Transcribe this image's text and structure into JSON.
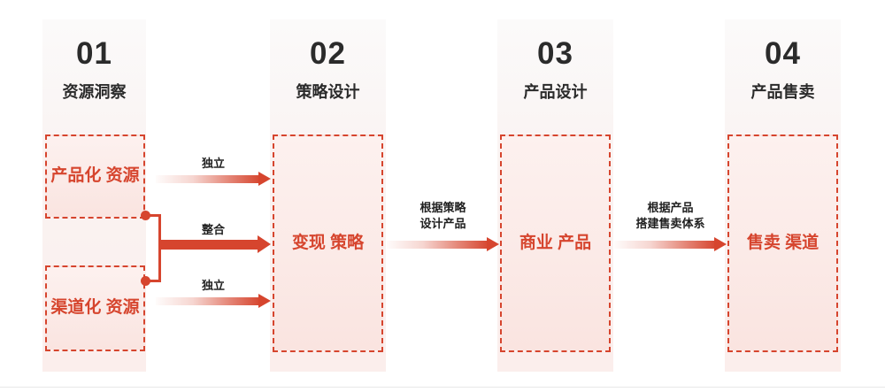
{
  "diagram": {
    "title_flow": "资源洞察 → 策略设计 → 产品设计 → 产品售卖",
    "accent_color": "#d6452e",
    "text_color": "#2b2b2b",
    "columns": [
      {
        "number": "01",
        "name": "资源洞察"
      },
      {
        "number": "02",
        "name": "策略设计"
      },
      {
        "number": "03",
        "name": "产品设计"
      },
      {
        "number": "04",
        "name": "产品售卖"
      }
    ],
    "boxes": {
      "resource_product": "产品化\n资源",
      "resource_channel": "渠道化\n资源",
      "strategy": "变现\n策略",
      "product": "商业\n产品",
      "sales": "售卖\n渠道"
    },
    "arrows": [
      {
        "id": "independent-top",
        "label": "独立",
        "style": "gradient"
      },
      {
        "id": "integrate",
        "label": "整合",
        "style": "solid"
      },
      {
        "id": "independent-bottom",
        "label": "独立",
        "style": "gradient"
      },
      {
        "id": "strategy-to-product",
        "label": "根据策略\n设计产品",
        "style": "gradient"
      },
      {
        "id": "product-to-sales",
        "label": "根据产品\n搭建售卖体系",
        "style": "gradient"
      }
    ]
  }
}
